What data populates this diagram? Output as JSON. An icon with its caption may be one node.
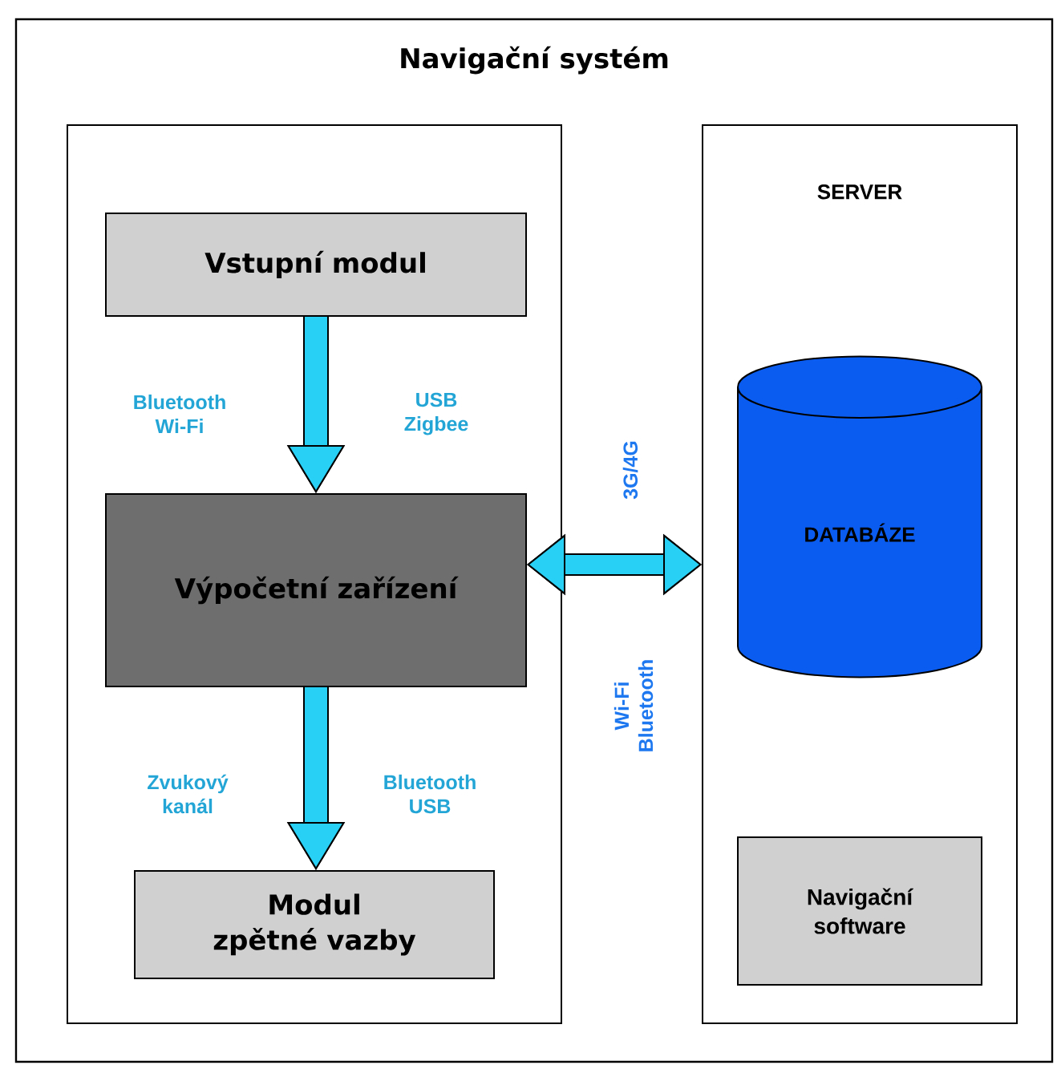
{
  "diagram": {
    "nodes": [
      {
        "text": [
          "Navigační systém"
        ]
      },
      {
        "text": [],
        "shape": "box",
        "in": 0
      },
      {
        "text": [
          "Vstupní modul"
        ],
        "in": 1
      },
      {
        "text": [
          "Výpočetní zařízení"
        ],
        "in": 1
      },
      {
        "text": [
          "Modul zpětné vazby"
        ],
        "in": 1
      },
      {
        "text": [
          "SERVER"
        ],
        "in": 0
      },
      {
        "text": [
          "DATABÁZE"
        ],
        "in": 5
      },
      {
        "text": [
          "Navigační software"
        ],
        "in": 5
      }
    ],
    "edges": [
      {
        "from": 2,
        "to": 3,
        "arrow": "to"
      },
      {
        "from": 3,
        "to": 4,
        "arrow": "to"
      },
      {
        "from": 3,
        "to": 5,
        "arrow": "both"
      }
    ],
    "labels": [
      "Bluetooth Wi-Fi",
      "USB Zigbee",
      "3G/4G",
      "Zvukový kanál",
      "Bluetooth USB",
      "Wi-Fi Bluetooth"
    ]
  }
}
